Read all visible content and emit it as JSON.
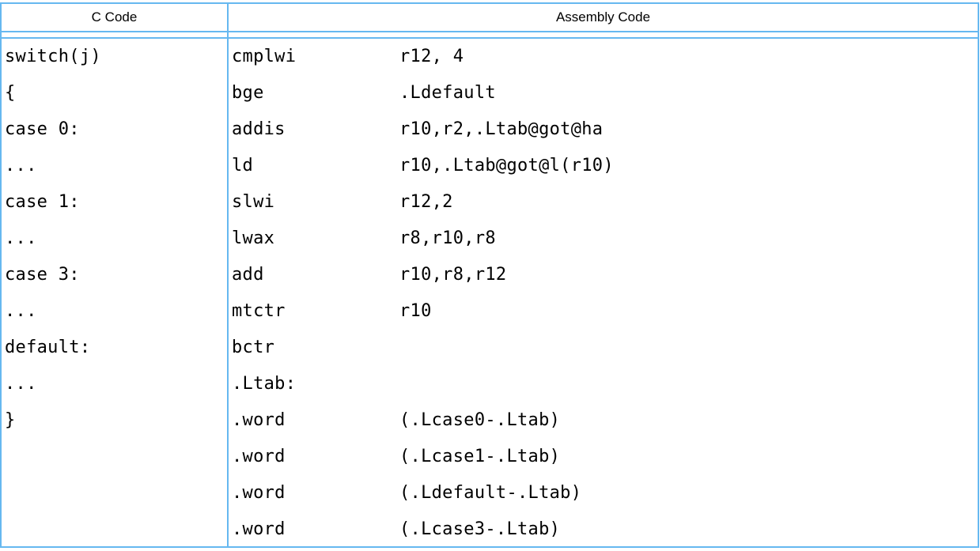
{
  "colors": {
    "border": "#66b8f0",
    "text": "#000000",
    "background": "#ffffff"
  },
  "header": {
    "c_code": "C Code",
    "assembly_code": "Assembly Code"
  },
  "rows": [
    {
      "c": "switch(j)",
      "op": "cmplwi",
      "args": "r12, 4"
    },
    {
      "c": "{",
      "op": "bge",
      "args": ".Ldefault"
    },
    {
      "c": "case 0:",
      "op": "addis",
      "args": "r10,r2,.Ltab@got@ha"
    },
    {
      "c": "...",
      "op": "ld",
      "args": "r10,.Ltab@got@l(r10)"
    },
    {
      "c": "case 1:",
      "op": "slwi",
      "args": "r12,2"
    },
    {
      "c": "...",
      "op": "lwax",
      "args": "r8,r10,r8"
    },
    {
      "c": "case 3:",
      "op": "add",
      "args": "r10,r8,r12"
    },
    {
      "c": "...",
      "op": "mtctr",
      "args": "r10"
    },
    {
      "c": "default:",
      "op": "bctr",
      "args": ""
    },
    {
      "c": "...",
      "op": ".Ltab:",
      "args": ""
    },
    {
      "c": "}",
      "op": ".word",
      "args": "(.Lcase0-.Ltab)"
    },
    {
      "c": "",
      "op": ".word",
      "args": "(.Lcase1-.Ltab)"
    },
    {
      "c": "",
      "op": ".word",
      "args": "(.Ldefault-.Ltab)"
    },
    {
      "c": "",
      "op": ".word",
      "args": "(.Lcase3-.Ltab)"
    }
  ]
}
